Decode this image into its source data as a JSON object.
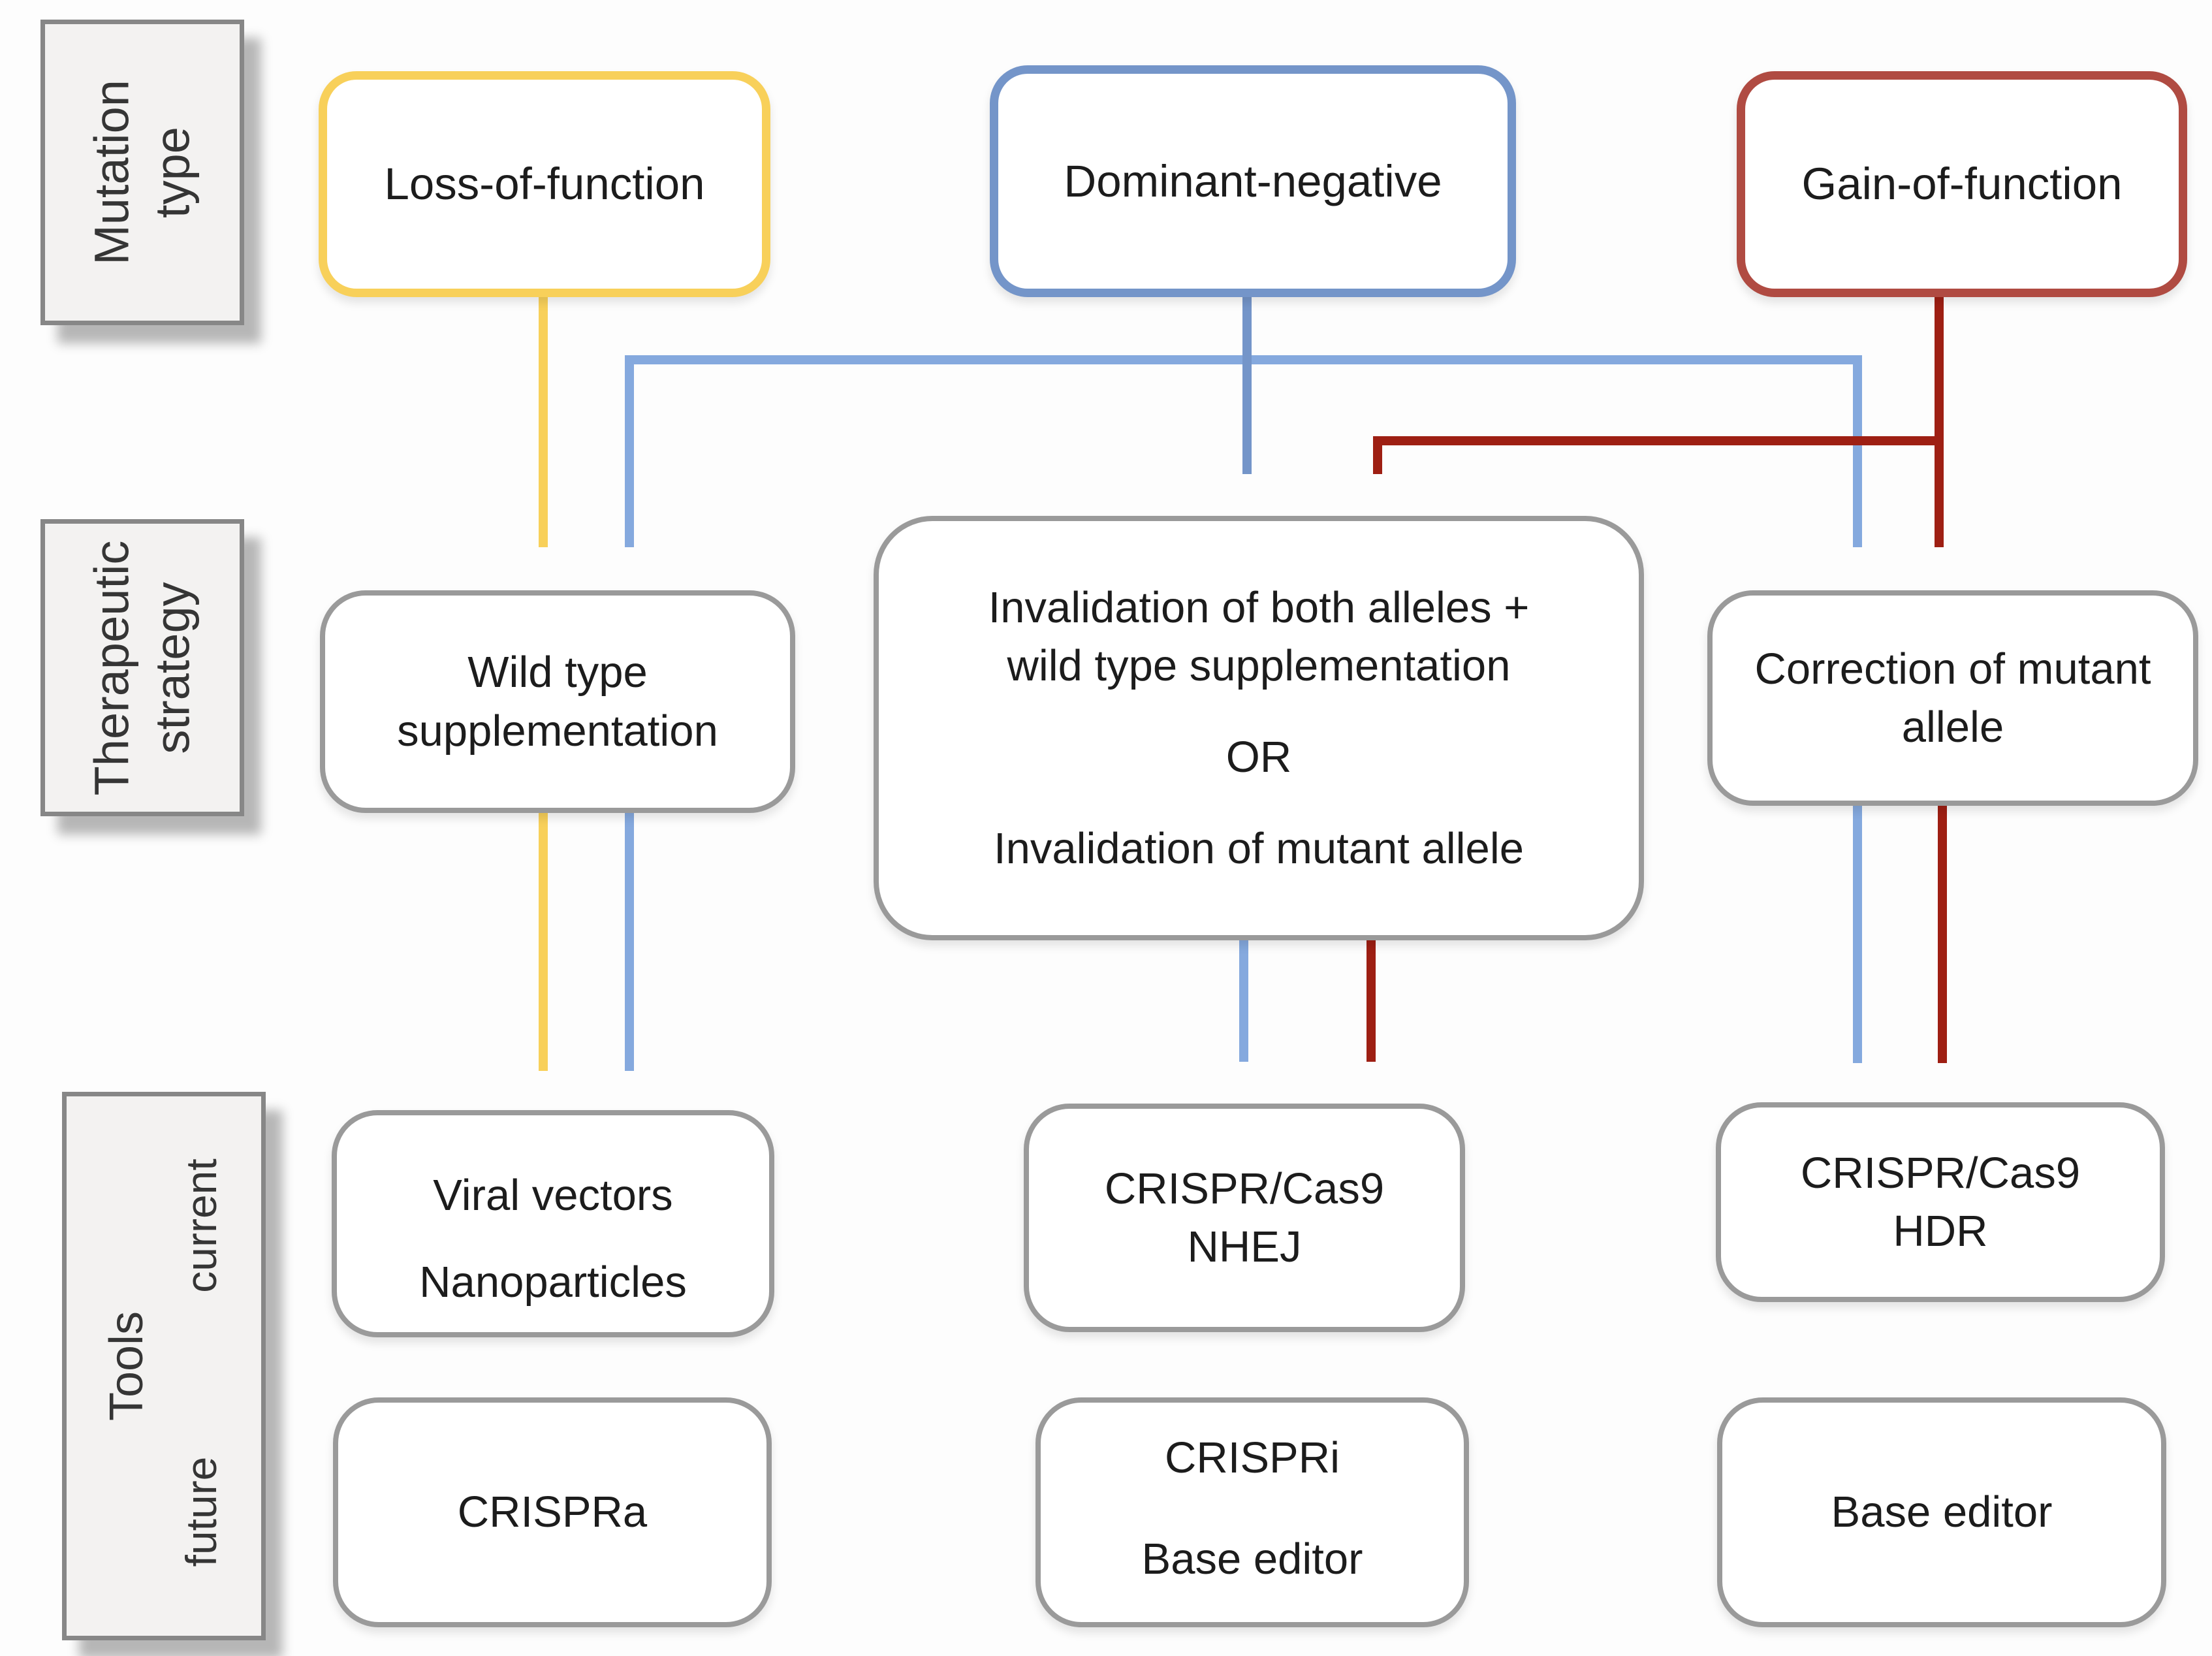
{
  "figure": {
    "type": "flowchart",
    "description": "Gene therapy strategies by mutation type"
  },
  "row_labels": {
    "mutation_type": {
      "text": "Mutation\ntype"
    },
    "therapeutic_strategy": {
      "text": "Therapeutic\nstrategy"
    },
    "tools": {
      "title": "Tools",
      "sub_rows": [
        "current",
        "future"
      ]
    }
  },
  "mutation_types": {
    "loss_of_function": {
      "label": "Loss-of-function",
      "color": "#f8d05a"
    },
    "dominant_negative": {
      "label": "Dominant-negative",
      "color": "#7495c9"
    },
    "gain_of_function": {
      "label": "Gain-of-function",
      "color": "#b04b42"
    }
  },
  "strategies": {
    "wild_type_supplementation": {
      "label": "Wild type\nsupplementation"
    },
    "invalidation": {
      "option1": "Invalidation of both alleles +\nwild type supplementation",
      "connector": "OR",
      "option2": "Invalidation of mutant allele"
    },
    "correction": {
      "label": "Correction of mutant\nallele"
    }
  },
  "tools_current": {
    "delivery": {
      "line1": "Viral vectors",
      "line2": "Nanoparticles"
    },
    "nhej": {
      "label": "CRISPR/Cas9\nNHEJ"
    },
    "hdr": {
      "label": "CRISPR/Cas9\nHDR"
    }
  },
  "tools_future": {
    "crispra": {
      "label": "CRISPRa"
    },
    "crispri_base": {
      "line1": "CRISPRi",
      "line2": "Base editor"
    },
    "base_editor": {
      "label": "Base editor"
    }
  },
  "arrow_colors": {
    "loss_of_function": "#f8d05a",
    "dominant_negative_main": "#7495c9",
    "dominant_negative_branch": "#85a9de",
    "gain_of_function": "#9e1f13"
  }
}
